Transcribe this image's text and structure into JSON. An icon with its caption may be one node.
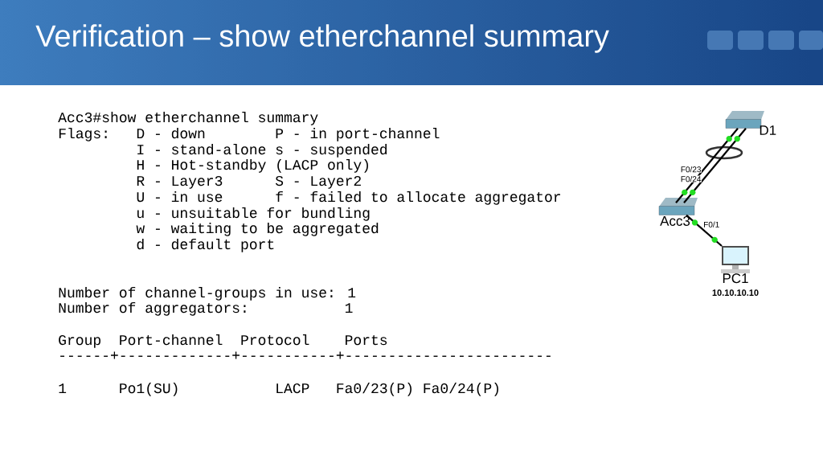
{
  "diagram": {
    "title": "Verification – show etherchannel summary",
    "nodes": [
      {
        "text": [
          "D1"
        ]
      },
      {
        "text": [
          "Acc3"
        ]
      },
      {
        "text": [
          "PC1",
          "10.10.10.10"
        ]
      }
    ],
    "edges": [
      {
        "from": 0,
        "to": 1,
        "arrow": "none",
        "label": "F0/23"
      },
      {
        "from": 0,
        "to": 1,
        "arrow": "none",
        "label": "F0/24"
      },
      {
        "from": 1,
        "to": 2,
        "arrow": "none",
        "label": "F0/1"
      }
    ],
    "labels": [
      "Acc3#show etherchannel summary",
      "Flags:",
      "D - down",
      "P - in port-channel",
      "I - stand-alone",
      "s - suspended",
      "H - Hot-standby (LACP only)",
      "R - Layer3",
      "S - Layer2",
      "U - in use",
      "f - failed to allocate aggregator",
      "u - unsuitable for bundling",
      "w - waiting to be aggregated",
      "d - default port",
      "Number of channel-groups in use: 1",
      "Number of aggregators:",
      "1",
      "Group",
      "Port-channel",
      "Protocol",
      "Ports",
      "------+-------------+-----------+------------------------",
      "1",
      "Po1(SU)",
      "LACP",
      "Fa0/23(P) Fa0/24(P)"
    ]
  }
}
